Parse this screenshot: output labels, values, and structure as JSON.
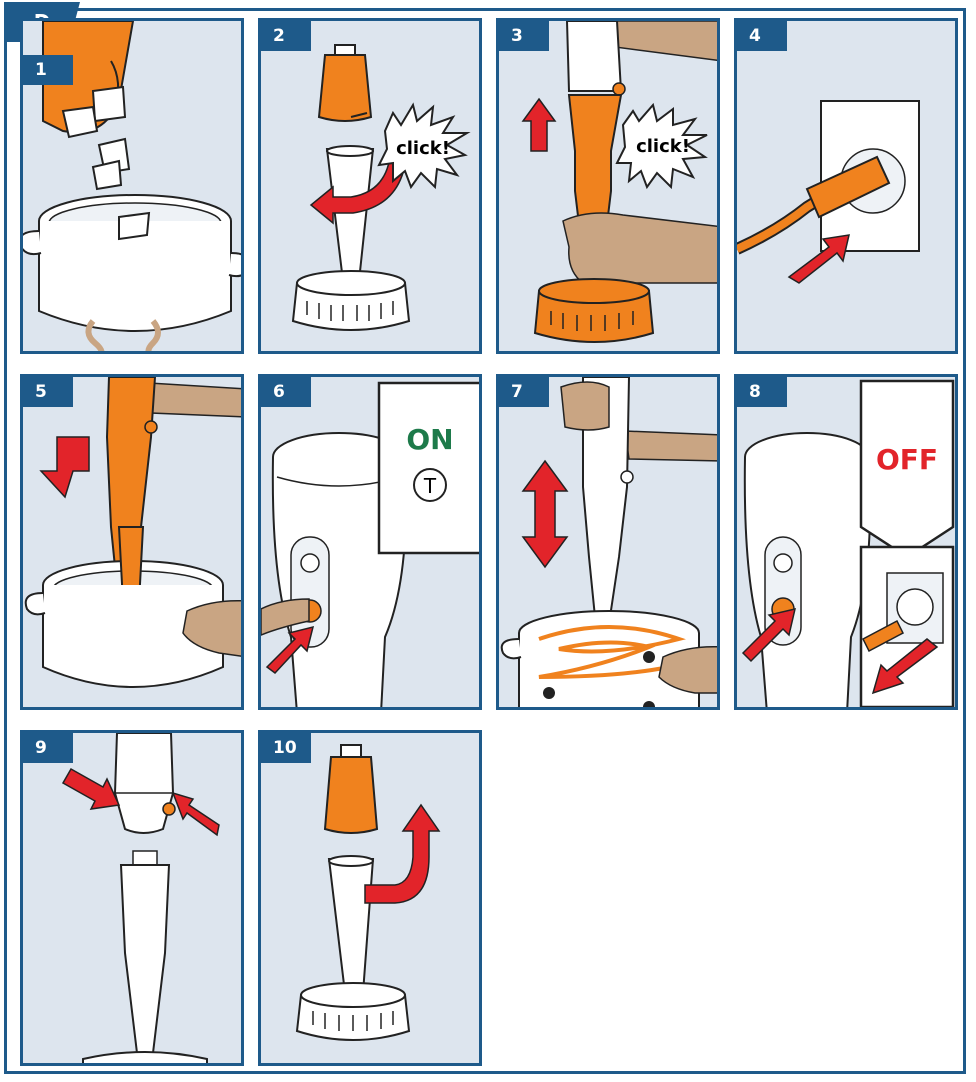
{
  "section_label": "D",
  "steps": [
    {
      "number": "1"
    },
    {
      "number": "2",
      "callout": "click!"
    },
    {
      "number": "3",
      "callout": "click!"
    },
    {
      "number": "4"
    },
    {
      "number": "5"
    },
    {
      "number": "6",
      "switch_label": "ON",
      "switch_symbol": "T"
    },
    {
      "number": "7"
    },
    {
      "number": "8",
      "switch_label": "OFF"
    },
    {
      "number": "9"
    },
    {
      "number": "10"
    }
  ],
  "colors": {
    "frame": "#1e5a8a",
    "panel_bg": "#dde5ee",
    "accent_orange": "#f0821e",
    "arrow_red": "#e2242a",
    "on_green": "#1d7a4a",
    "hand": "#c9a583"
  }
}
